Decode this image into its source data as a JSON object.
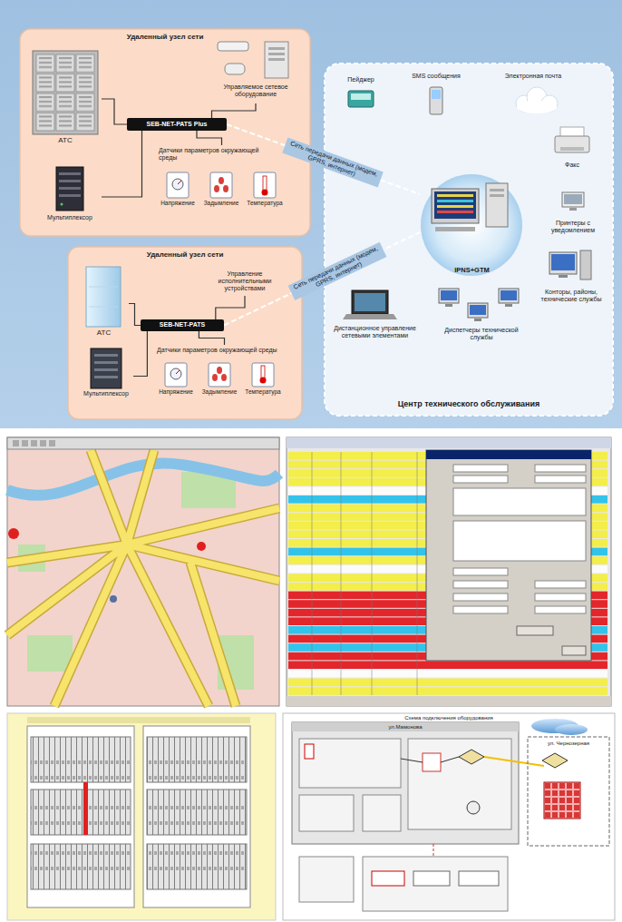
{
  "diagram": {
    "nodes": [
      {
        "text": [
          "Удаленный узел сети"
        ]
      },
      {
        "text": [
          "АТС"
        ],
        "in": 0
      },
      {
        "text": [
          "SEB-NET-PATS Plus"
        ],
        "in": 0
      },
      {
        "text": [
          "Управляемое сетевое оборудование"
        ],
        "in": 0
      },
      {
        "text": [
          "Мультиплексор"
        ],
        "in": 0
      },
      {
        "text": [
          "Датчики параметров окружающей среды"
        ],
        "in": 0
      },
      {
        "text": [
          "Напряжение"
        ],
        "in": 5
      },
      {
        "text": [
          "Задымление"
        ],
        "in": 5
      },
      {
        "text": [
          "Температура"
        ],
        "in": 5
      },
      {
        "text": [
          "Удаленный узел сети"
        ]
      },
      {
        "text": [
          "АТС"
        ],
        "in": 9
      },
      {
        "text": [
          "SEB-NET-PATS"
        ],
        "in": 9
      },
      {
        "text": [
          "Управление исполнительными устройствами"
        ],
        "in": 9
      },
      {
        "text": [
          "Мультиплексор"
        ],
        "in": 9
      },
      {
        "text": [
          "Датчики параметров окружающей среды"
        ],
        "in": 9
      },
      {
        "text": [
          "Напряжение"
        ],
        "in": 14
      },
      {
        "text": [
          "Задымление"
        ],
        "in": 14
      },
      {
        "text": [
          "Температура"
        ],
        "in": 14
      },
      {
        "text": [
          "Центр технического обслуживания"
        ]
      },
      {
        "text": [
          "IPNS+GTM"
        ],
        "in": 18
      },
      {
        "text": [
          "Пейджер"
        ],
        "in": 18
      },
      {
        "text": [
          "SMS сообщения"
        ],
        "in": 18
      },
      {
        "text": [
          "Электронная почта"
        ],
        "in": 18
      },
      {
        "text": [
          "Факс"
        ],
        "in": 18
      },
      {
        "text": [
          "Принтеры с уведомлением"
        ],
        "in": 18
      },
      {
        "text": [
          "Конторы, районы, технические службы"
        ],
        "in": 18
      },
      {
        "text": [
          "Диспетчеры технической службы"
        ],
        "in": 18
      },
      {
        "text": [
          "Дистанционное управление сетевыми элементами"
        ],
        "in": 18
      }
    ],
    "edges": [
      {
        "from": 2,
        "to": 1,
        "arrow": "none"
      },
      {
        "from": 2,
        "to": 3,
        "arrow": "none"
      },
      {
        "from": 2,
        "to": 4,
        "arrow": "none"
      },
      {
        "from": 2,
        "to": 5,
        "arrow": "none"
      },
      {
        "from": 11,
        "to": 10,
        "arrow": "none"
      },
      {
        "from": 11,
        "to": 12,
        "arrow": "none"
      },
      {
        "from": 11,
        "to": 13,
        "arrow": "none"
      },
      {
        "from": 11,
        "to": 14,
        "arrow": "none"
      },
      {
        "from": 2,
        "to": 19,
        "label": "Сеть передачи данных (модем, GPRS, интернет)",
        "arrow": "none"
      },
      {
        "from": 11,
        "to": 19,
        "label": "Сеть передачи данных (модем, GPRS, интернет)",
        "arrow": "none"
      }
    ],
    "labels": [
      "Схема подключения оборудования",
      "ул.Мамонова",
      "ул. Чернозерная"
    ]
  }
}
